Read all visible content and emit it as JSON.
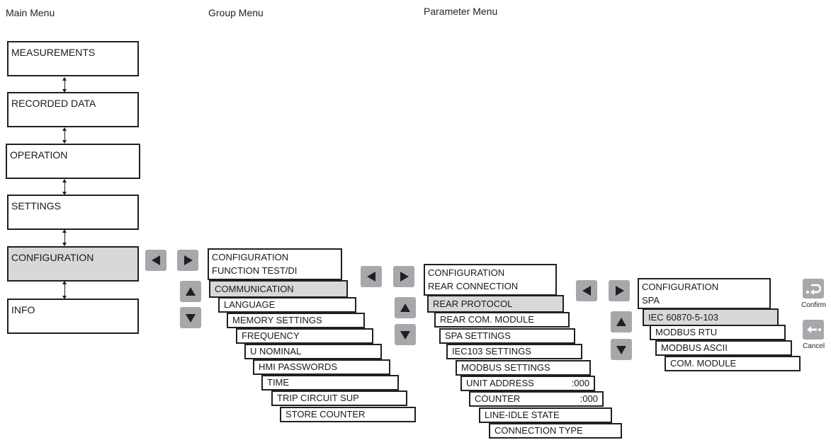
{
  "headers": {
    "main": "Main Menu",
    "group": "Group Menu",
    "parameter": "Parameter Menu"
  },
  "main_menu": [
    "MEASUREMENTS",
    "RECORDED DATA",
    "OPERATION",
    "SETTINGS",
    "CONFIGURATION",
    "INFO"
  ],
  "group_menu": {
    "header_line1": "CONFIGURATION",
    "header_line2": "FUNCTION TEST/DI",
    "items": [
      "COMMUNICATION",
      "LANGUAGE",
      "MEMORY SETTINGS",
      "FREQUENCY",
      "U NOMINAL",
      "HMI PASSWORDS",
      "TIME",
      "TRIP CIRCUIT SUP",
      "STORE COUNTER"
    ]
  },
  "parameter_menu": {
    "header_line1": "CONFIGURATION",
    "header_line2": "REAR CONNECTION",
    "items": [
      "REAR PROTOCOL",
      "REAR COM. MODULE",
      "SPA SETTINGS",
      "IEC103 SETTINGS",
      "MODBUS SETTINGS",
      "UNIT ADDRESS",
      "COUNTER",
      "LINE-IDLE STATE",
      "CONNECTION TYPE"
    ],
    "values": {
      "unit_address": ":000",
      "counter": ":000"
    }
  },
  "protocol_menu": {
    "header_line1": "CONFIGURATION",
    "header_line2": "SPA",
    "items": [
      "IEC 60870-5-103",
      "MODBUS RTU",
      "MODBUS ASCII",
      "COM. MODULE"
    ]
  },
  "buttons": {
    "confirm": "Confirm",
    "cancel": "Cancel"
  },
  "icons": [
    "arrow-left-icon",
    "arrow-right-icon",
    "arrow-up-icon",
    "arrow-down-icon",
    "confirm-icon",
    "cancel-icon"
  ],
  "colors": {
    "selected_fill": "#d8d8d8",
    "button_fill": "#a6a8ab",
    "line": "#231f20"
  }
}
